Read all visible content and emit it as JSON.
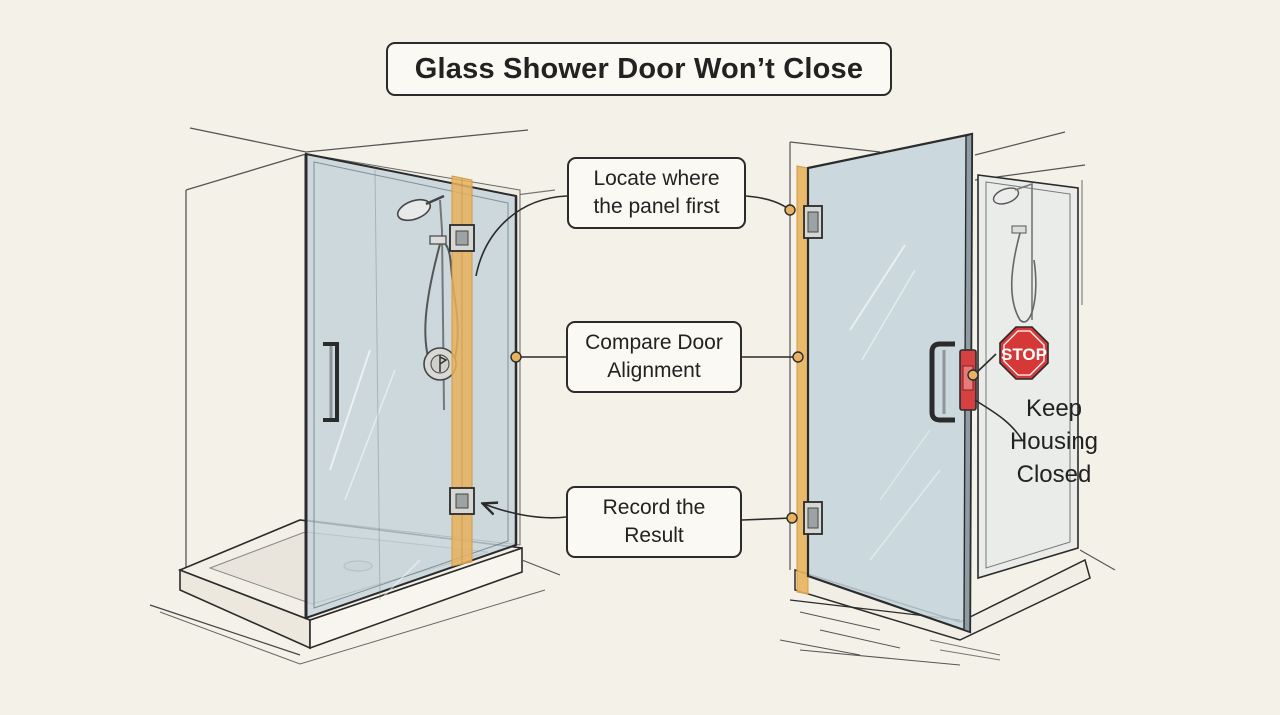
{
  "title": "Glass Shower Door Won’t Close",
  "callouts": {
    "locate": "Locate where\nthe panel first",
    "compare": "Compare Door\nAlignment",
    "record": "Record the\nResult"
  },
  "stop_sign": "STOP",
  "warning_label": "Keep\nHousing\nClosed",
  "colors": {
    "background": "#f4f1e8",
    "glass": "#c3d3da",
    "highlight": "#e8b25e",
    "warning": "#d64040",
    "ink": "#2b2b2b"
  }
}
